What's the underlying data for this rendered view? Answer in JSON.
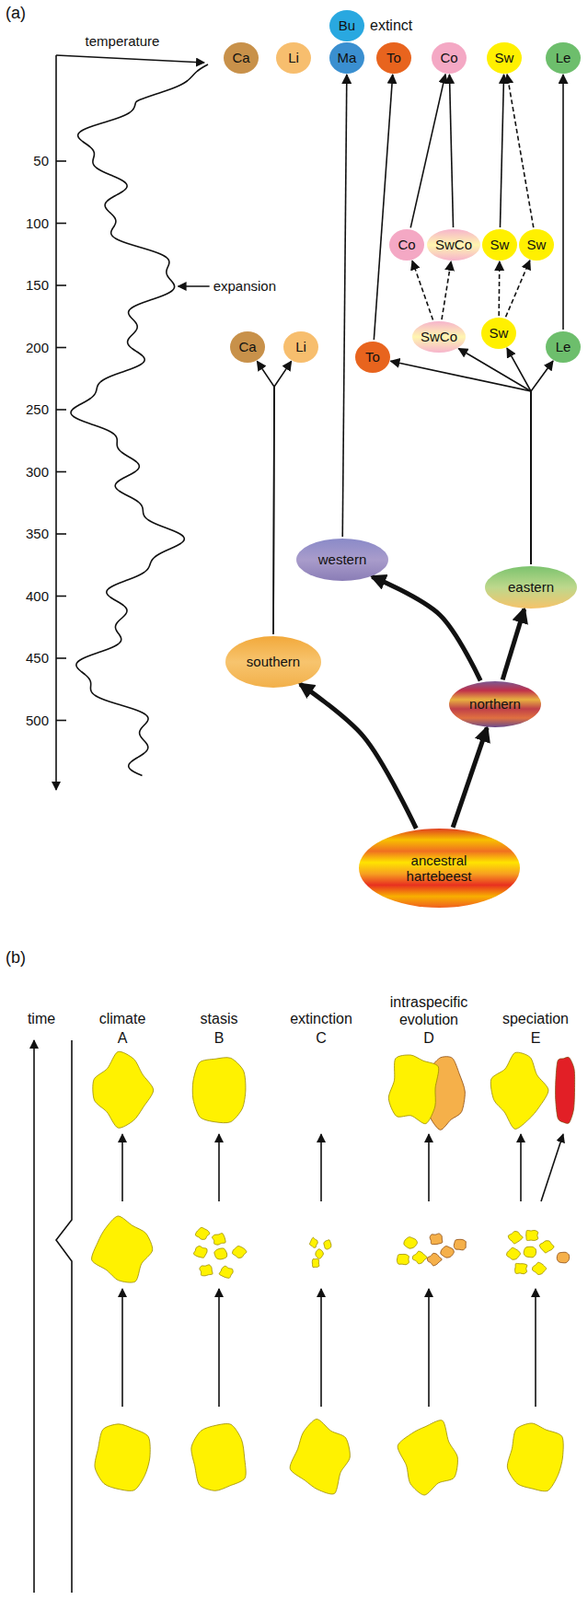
{
  "diagram": {
    "nodes": [
      {
        "text": [
          "Bu"
        ]
      },
      {
        "text": [
          "Ca"
        ]
      },
      {
        "text": [
          "Li"
        ]
      },
      {
        "text": [
          "Ma"
        ]
      },
      {
        "text": [
          "To"
        ]
      },
      {
        "text": [
          "Co"
        ]
      },
      {
        "text": [
          "Sw"
        ]
      },
      {
        "text": [
          "Le"
        ]
      },
      {
        "text": [
          "Co"
        ]
      },
      {
        "text": [
          "SwCo"
        ]
      },
      {
        "text": [
          "Sw"
        ]
      },
      {
        "text": [
          "Sw"
        ]
      },
      {
        "text": [
          "Ca"
        ]
      },
      {
        "text": [
          "Li"
        ]
      },
      {
        "text": [
          "To"
        ]
      },
      {
        "text": [
          "SwCo"
        ]
      },
      {
        "text": [
          "Sw"
        ]
      },
      {
        "text": [
          "Le"
        ]
      },
      {
        "text": [
          "western"
        ]
      },
      {
        "text": [
          "eastern"
        ]
      },
      {
        "text": [
          "southern"
        ]
      },
      {
        "text": [
          "northern"
        ]
      },
      {
        "text": [
          "ancestral hartebeest"
        ]
      }
    ],
    "edges": [
      {
        "from": 22,
        "to": 20,
        "arrow": "to"
      },
      {
        "from": 22,
        "to": 21,
        "arrow": "to"
      },
      {
        "from": 21,
        "to": 18,
        "arrow": "to"
      },
      {
        "from": 21,
        "to": 19,
        "arrow": "to"
      },
      {
        "from": 20,
        "to": 12,
        "arrow": "to"
      },
      {
        "from": 20,
        "to": 13,
        "arrow": "to"
      },
      {
        "from": 18,
        "to": 3,
        "arrow": "to"
      },
      {
        "from": 19,
        "to": 14,
        "arrow": "to"
      },
      {
        "from": 19,
        "to": 15,
        "arrow": "to"
      },
      {
        "from": 19,
        "to": 16,
        "arrow": "to"
      },
      {
        "from": 19,
        "to": 17,
        "arrow": "to"
      },
      {
        "from": 14,
        "to": 4,
        "arrow": "to"
      },
      {
        "from": 15,
        "to": 8,
        "arrow": "to"
      },
      {
        "from": 15,
        "to": 9,
        "arrow": "to"
      },
      {
        "from": 16,
        "to": 10,
        "arrow": "to"
      },
      {
        "from": 16,
        "to": 11,
        "arrow": "to"
      },
      {
        "from": 8,
        "to": 5,
        "arrow": "to"
      },
      {
        "from": 9,
        "to": 5,
        "arrow": "to"
      },
      {
        "from": 10,
        "to": 6,
        "arrow": "to"
      },
      {
        "from": 11,
        "to": 6,
        "arrow": "to"
      },
      {
        "from": 17,
        "to": 7,
        "arrow": "to"
      }
    ],
    "labels": [
      "(a)",
      "temperature",
      "50",
      "100",
      "150",
      "200",
      "250",
      "300",
      "350",
      "400",
      "450",
      "500",
      "expansion",
      "extinct",
      "(b)",
      "time",
      "climate",
      "A",
      "stasis",
      "B",
      "extinction",
      "C",
      "intraspecific evolution",
      "D",
      "speciation",
      "E"
    ]
  }
}
